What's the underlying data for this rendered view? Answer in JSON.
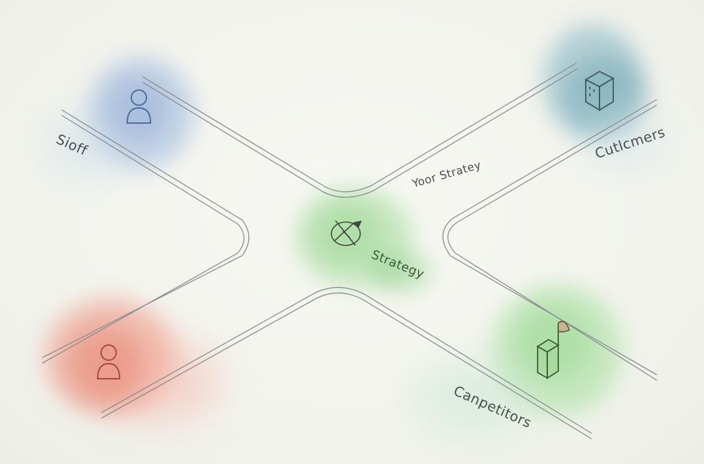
{
  "labels": {
    "staff": "Sioff",
    "your_strategy": "Yoor Stratey",
    "strategy": "Strategy",
    "customers": "Cutlcmers",
    "competitors": "Canpetitors"
  },
  "nodes": {
    "staff": {
      "icon": "person-icon",
      "color": "#7f9ccc"
    },
    "strategy": {
      "icon": "compass-target-icon",
      "color": "#8fcf7f"
    },
    "customers": {
      "icon": "building-box-icon",
      "color": "#6ea3b0"
    },
    "competitors": {
      "icon": "building-flag-icon",
      "color": "#7fcf7a"
    },
    "unnamed_red": {
      "icon": "person-icon",
      "color": "#e57a66"
    }
  }
}
